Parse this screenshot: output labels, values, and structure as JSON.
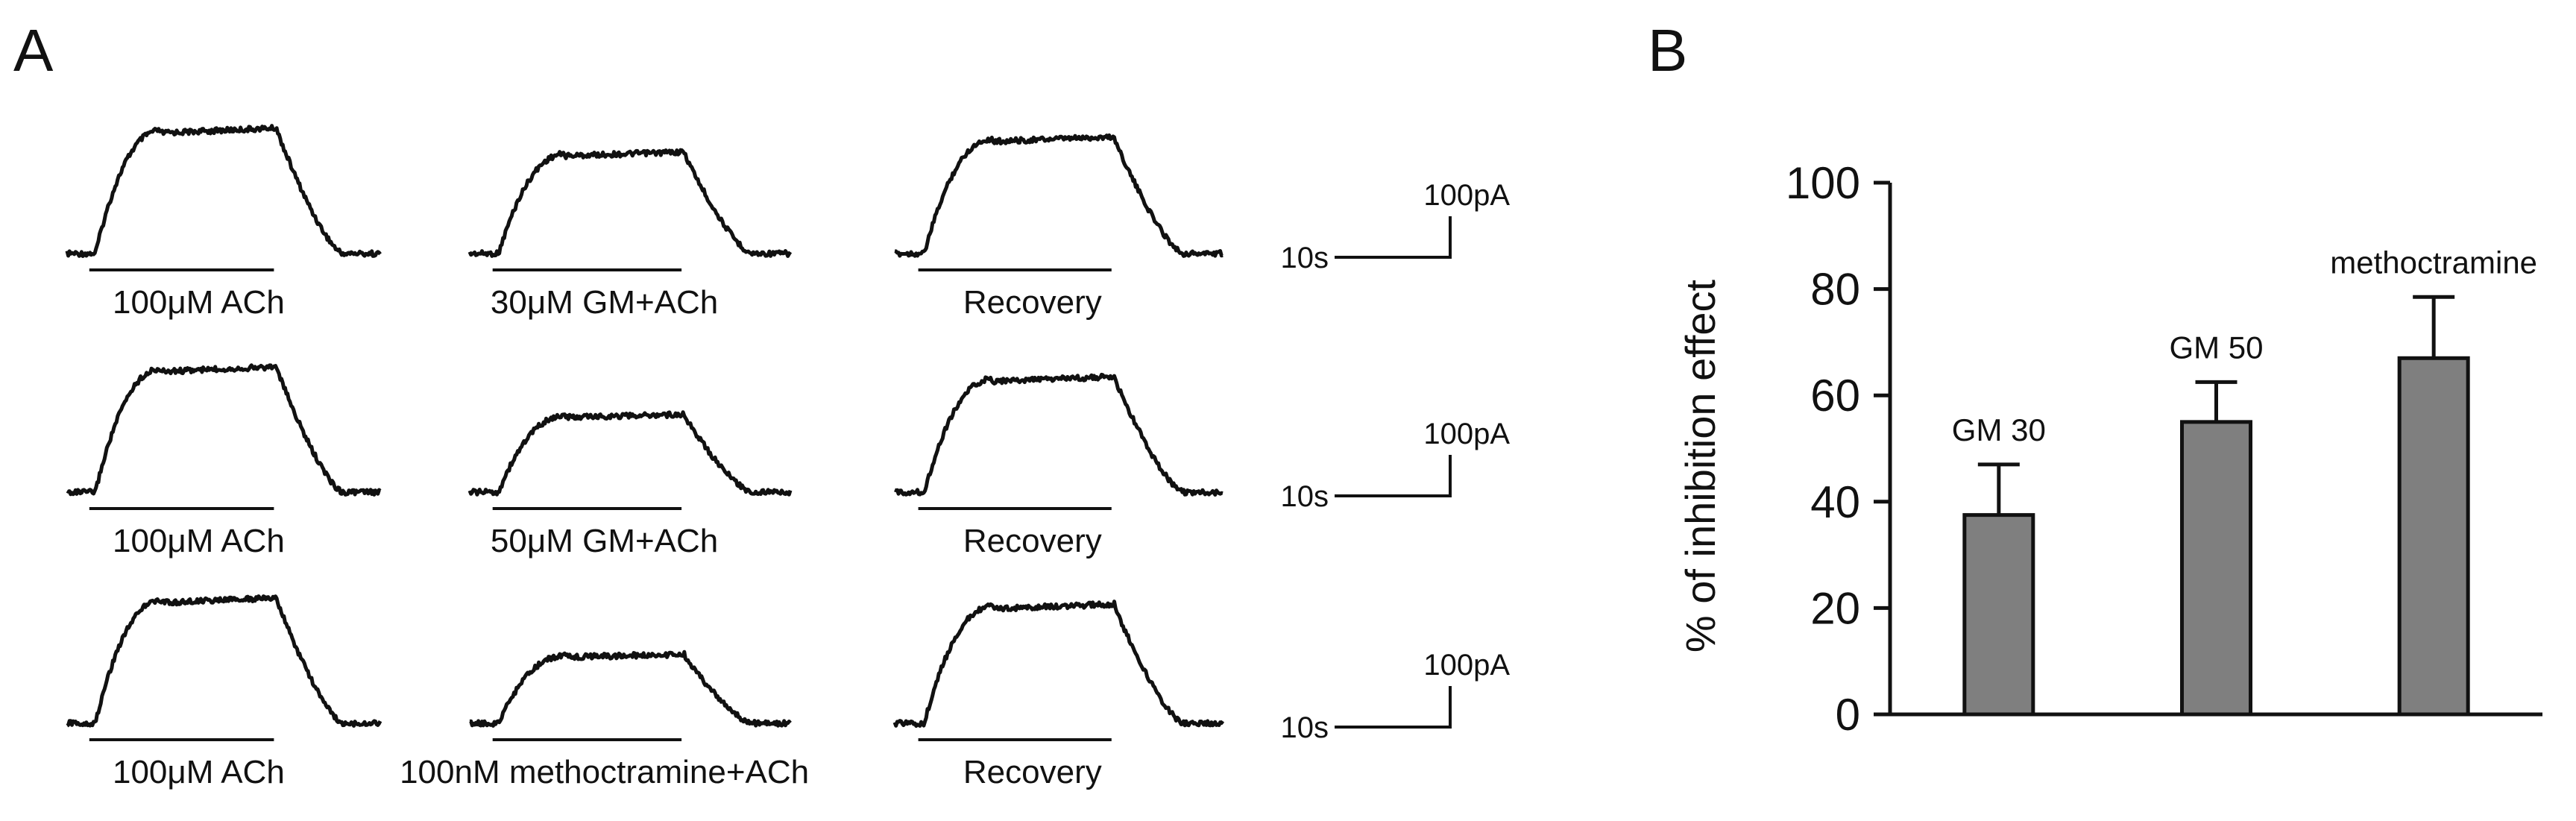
{
  "panels": {
    "a_label": "A",
    "b_label": "B"
  },
  "traces": {
    "rows": [
      {
        "captions": [
          "100μM ACh",
          "30μM GM+ACh",
          "Recovery"
        ],
        "scale_current": "100pA",
        "scale_time": "10s"
      },
      {
        "captions": [
          "100μM ACh",
          "50μM GM+ACh",
          "Recovery"
        ],
        "scale_current": "100pA",
        "scale_time": "10s"
      },
      {
        "captions": [
          "100μM ACh",
          "100nM methoctramine+ACh",
          "Recovery"
        ],
        "scale_current": "100pA",
        "scale_time": "10s"
      }
    ],
    "relative_peak_amplitude": [
      [
        1.0,
        0.81,
        0.93
      ],
      [
        1.0,
        0.62,
        0.92
      ],
      [
        1.0,
        0.55,
        0.95
      ]
    ]
  },
  "chart_data": {
    "type": "bar",
    "categories": [
      "GM 30",
      "GM 50",
      "methoctramine"
    ],
    "values": [
      37.5,
      55,
      67
    ],
    "errors": [
      9.5,
      7.5,
      11.5
    ],
    "ylabel": "% of inhibition effect",
    "xlabel": "",
    "ylim": [
      0,
      100
    ],
    "yticks": [
      0,
      20,
      40,
      60,
      80,
      100
    ],
    "bar_color": "#7f7f7f",
    "grid": false
  }
}
